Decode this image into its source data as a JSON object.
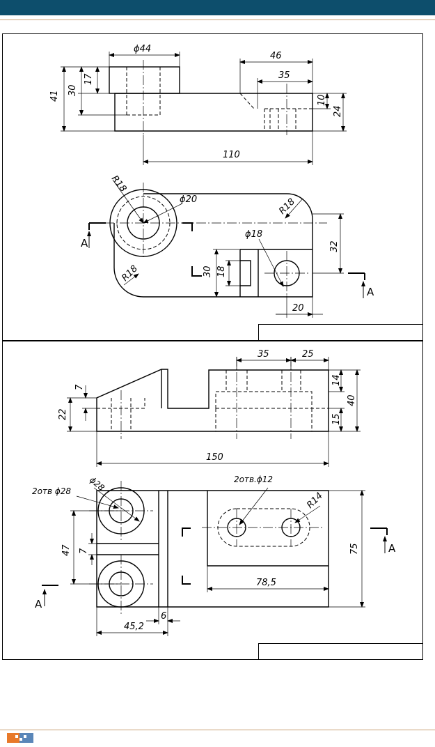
{
  "colors": {
    "header_bar": "#0d4e6c",
    "accent_rule": "#c9a074",
    "ink": "#000000",
    "logo_orange": "#e8792a",
    "logo_blue": "#5a86b8"
  },
  "drawing1": {
    "dims": {
      "d44": "ϕ44",
      "d46": "46",
      "d35": "35",
      "d41": "41",
      "d30": "30",
      "d17": "17",
      "d10": "10",
      "d24": "24",
      "d110": "110",
      "r18_a": "R18",
      "d20": "ϕ20",
      "r18_b": "R18",
      "d18": "ϕ18",
      "d32": "32",
      "d30b": "30",
      "d18b": "18",
      "r18_c": "R18",
      "d20b": "20"
    },
    "section_left": "A",
    "section_right": "A"
  },
  "drawing2": {
    "dims": {
      "d35": "35",
      "d25": "25",
      "d7": "7",
      "d22": "22",
      "d14": "14",
      "d40": "40",
      "d15": "15",
      "d150": "150",
      "holes28": "2отв ϕ28",
      "d28": "ϕ28",
      "holes12": "2отв.ϕ12",
      "r14": "R14",
      "d47": "47",
      "d7b": "7",
      "d785": "78,5",
      "d75": "75",
      "d452": "45,2",
      "d6": "6"
    },
    "section_left": "A",
    "section_right": "A"
  }
}
